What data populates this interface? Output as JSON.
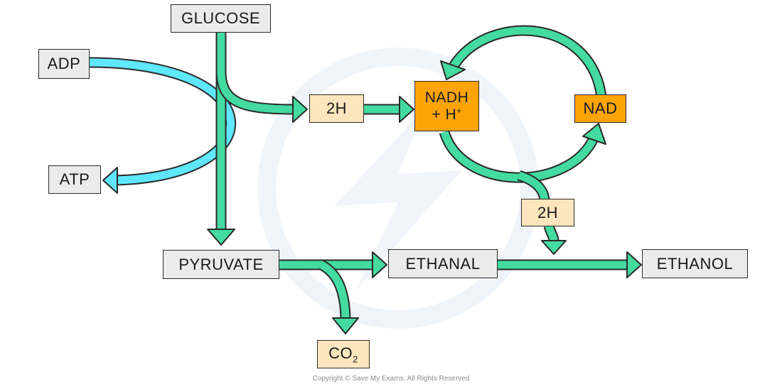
{
  "boxes": {
    "glucose": "GLUCOSE",
    "adp": "ADP",
    "atp": "ATP",
    "two_h_top": "2H",
    "nadh_line1": "NADH",
    "nadh_line2": "+ H",
    "nadh_sup": "+",
    "nad": "NAD",
    "two_h_bottom": "2H",
    "pyruvate": "PYRUVATE",
    "ethanal": "ETHANAL",
    "ethanol": "ETHANOL",
    "co2_main": "CO",
    "co2_sub": "2"
  },
  "copyright": "Copyright © Save My Exams. All Rights Reserved",
  "colors": {
    "arrow_green": "#44dba0",
    "arrow_blue": "#5fe7fd",
    "outline": "#2a2a2a",
    "box_grey": "#ebebeb",
    "box_cream": "#fde6bd",
    "box_orange": "#fca405",
    "watermark": "#dfe9f6"
  }
}
